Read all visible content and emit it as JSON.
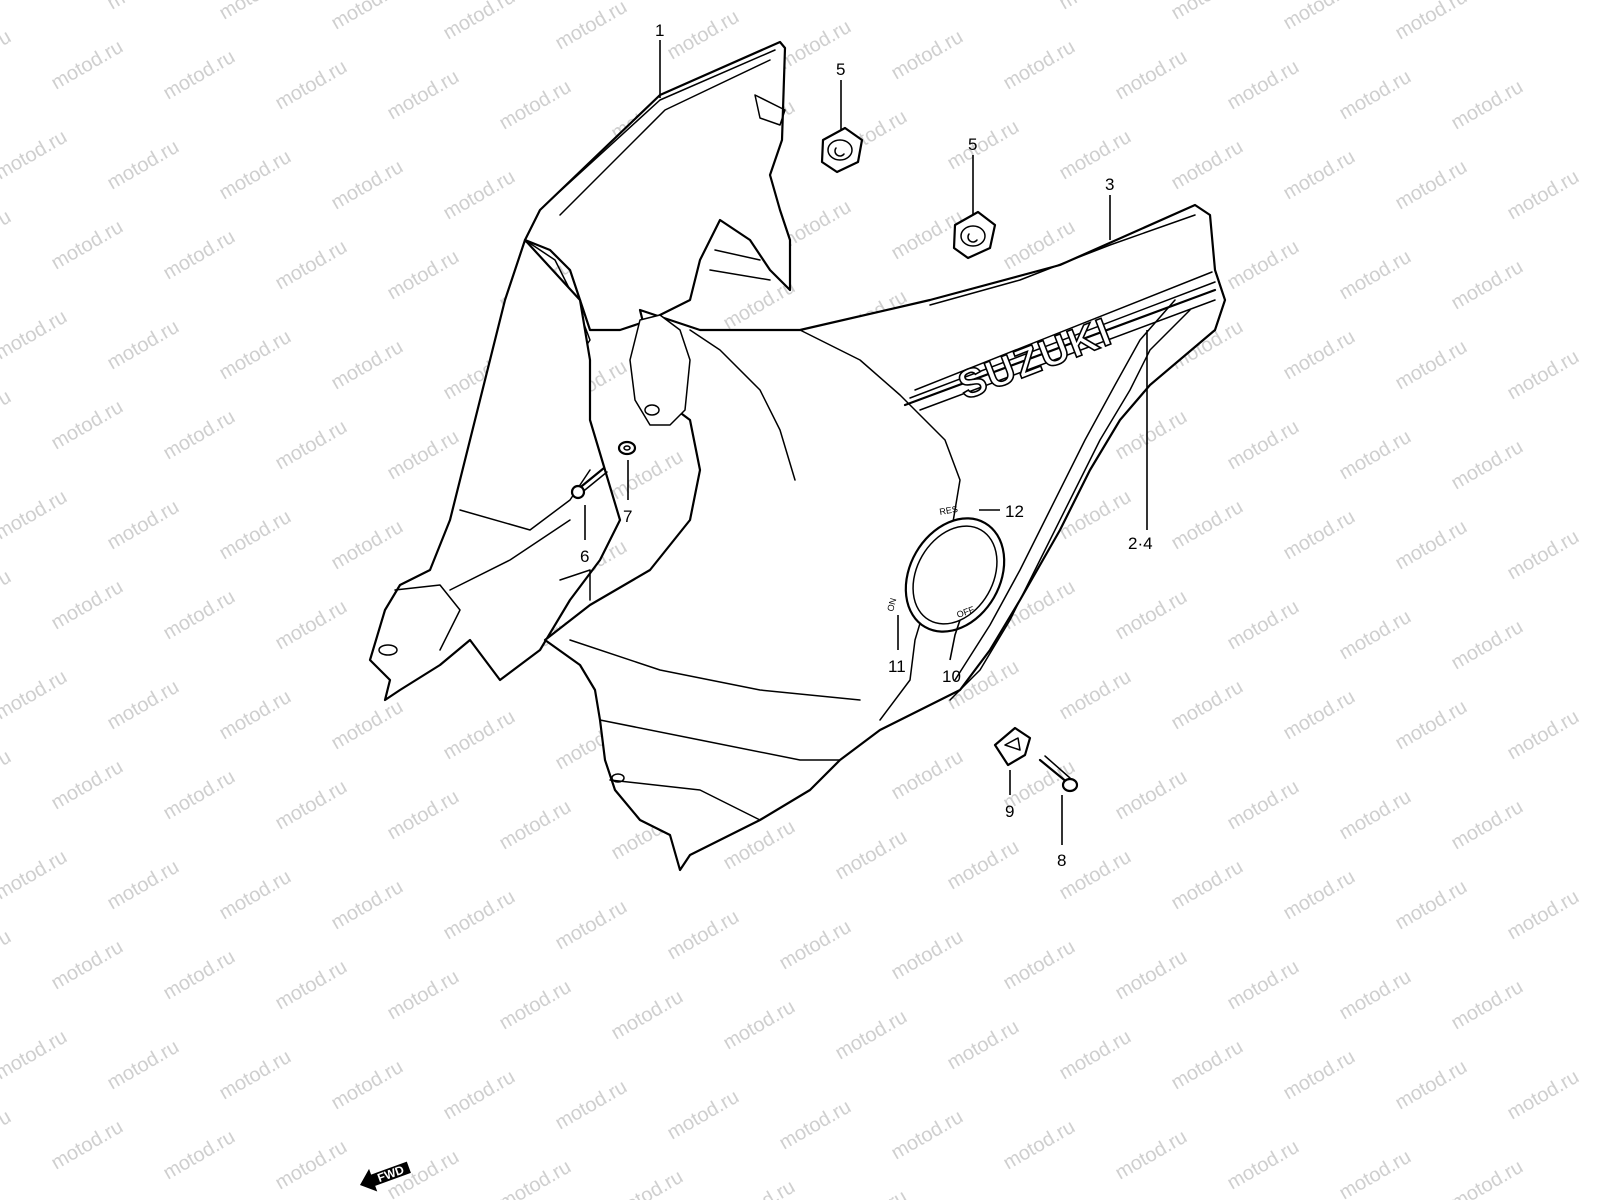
{
  "watermark": {
    "text": "motod.ru"
  },
  "logo": {
    "text": "SUZUKI"
  },
  "panel_marks": {
    "res": "RES",
    "on": "ON",
    "off": "OFF"
  },
  "fwd_arrow": {
    "label": "FWD"
  },
  "callouts": [
    {
      "id": "callout-1",
      "label": "1"
    },
    {
      "id": "callout-2-4",
      "label": "2·4"
    },
    {
      "id": "callout-3",
      "label": "3"
    },
    {
      "id": "callout-5a",
      "label": "5"
    },
    {
      "id": "callout-5b",
      "label": "5"
    },
    {
      "id": "callout-6",
      "label": "6"
    },
    {
      "id": "callout-7",
      "label": "7"
    },
    {
      "id": "callout-8",
      "label": "8"
    },
    {
      "id": "callout-9",
      "label": "9"
    },
    {
      "id": "callout-10",
      "label": "10"
    },
    {
      "id": "callout-11",
      "label": "11"
    },
    {
      "id": "callout-12",
      "label": "12"
    }
  ]
}
